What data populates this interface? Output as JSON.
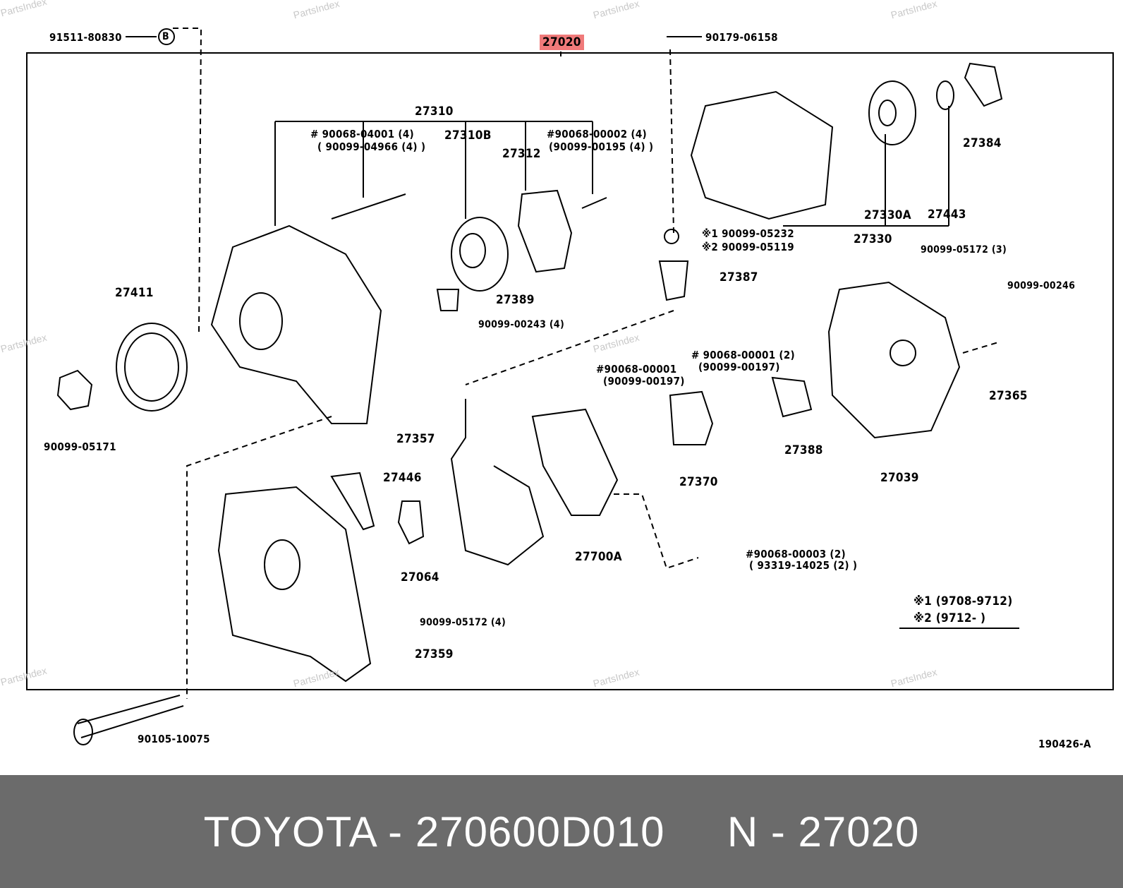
{
  "diagram": {
    "main_ref": "27020",
    "figure_code": "190426-A",
    "watermark": "PartsIndex",
    "labels": [
      "91511-80830",
      "B",
      "90179-06158",
      "27310",
      "# 90068-04001 (4)",
      "( 90099-04966 (4) )",
      "27310B",
      "27312",
      "#90068-00002 (4)",
      "(90099-00195 (4) )",
      "27384",
      "27330A",
      "27443",
      "27330",
      "※1 90099-05232",
      "※2 90099-05119",
      "90099-05172 (3)",
      "90099-00246",
      "27411",
      "27389",
      "90099-00243 (4)",
      "27387",
      "# 90068-00001 (2)",
      "(90099-00197)",
      "#90068-00001",
      "(90099-00197)",
      "27365",
      "90099-05171",
      "27357",
      "27388",
      "27370",
      "27039",
      "27446",
      "27064",
      "27700A",
      "#90068-00003 (2)",
      "( 93319-14025 (2) )",
      "※1 (9708-9712)",
      "※2 (9712-        )",
      "90099-05172 (4)",
      "27359",
      "90105-10075"
    ]
  },
  "footer": {
    "text": "TOYOTA - 270600D010     N - 27020"
  }
}
